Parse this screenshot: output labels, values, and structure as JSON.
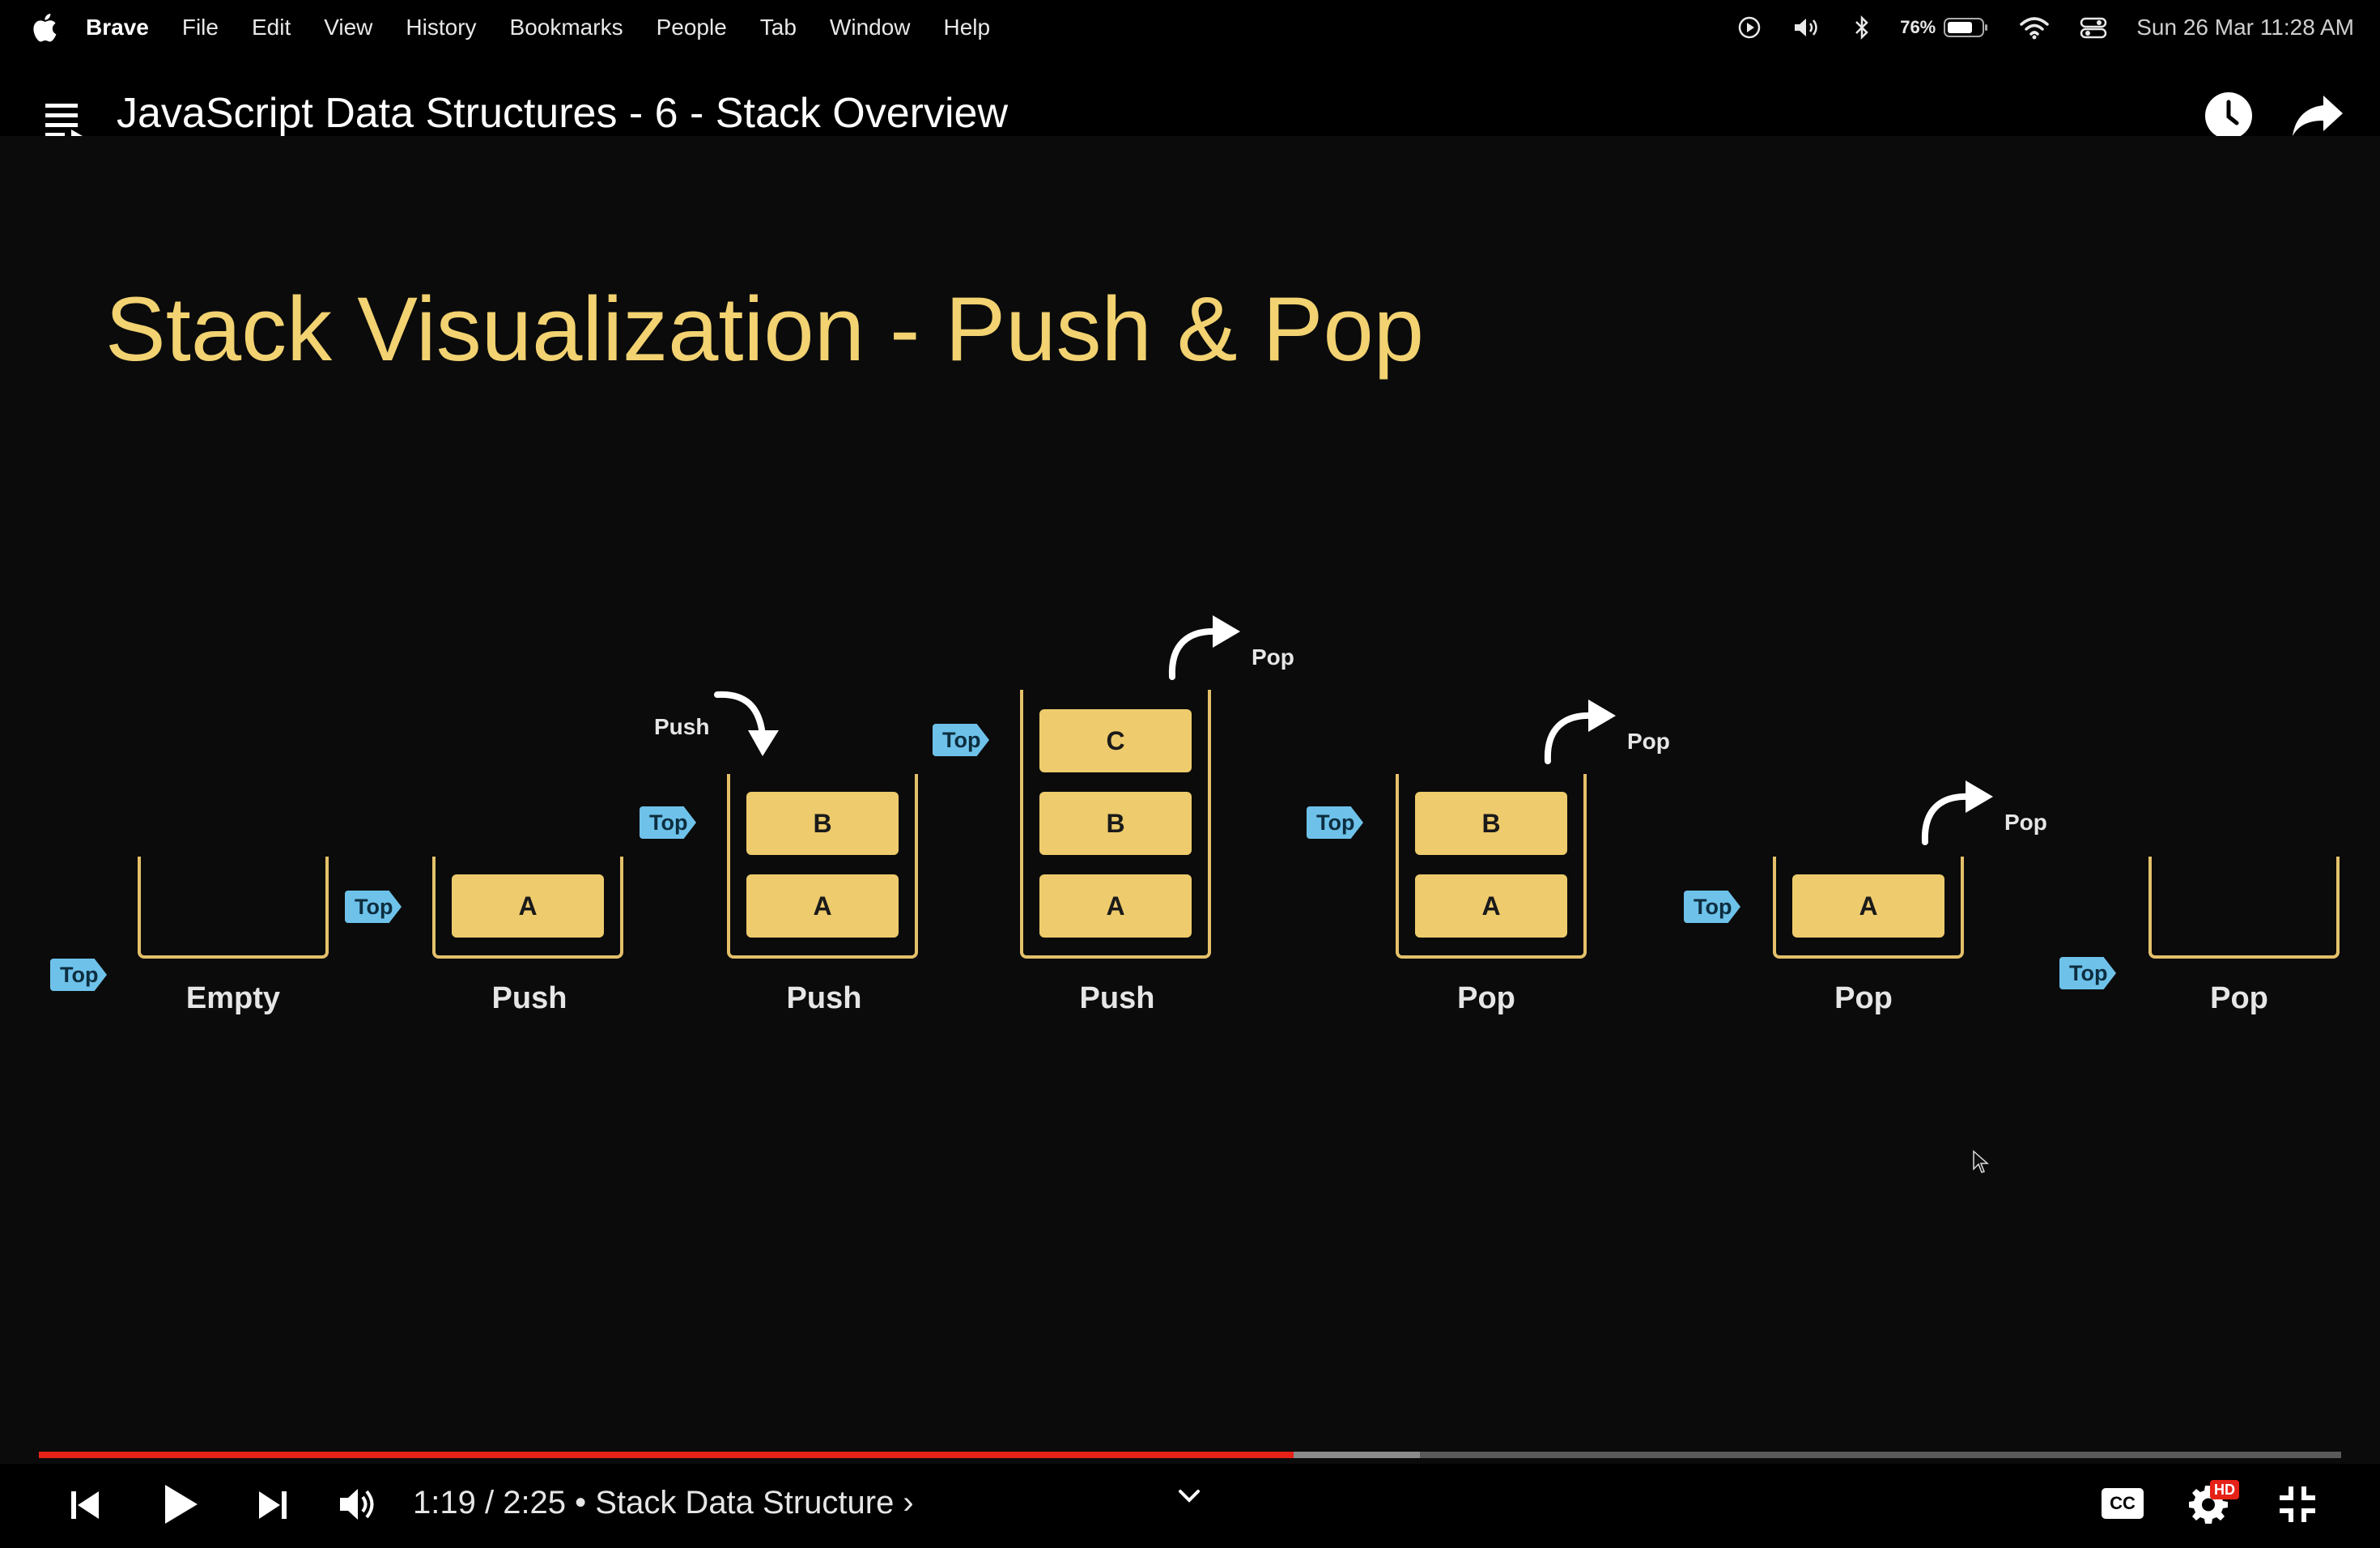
{
  "menubar": {
    "app_name": "Brave",
    "items": [
      "File",
      "Edit",
      "View",
      "History",
      "Bookmarks",
      "People",
      "Tab",
      "Window",
      "Help"
    ],
    "battery_percent": "76%",
    "clock": "Sun 26 Mar  11:28 AM"
  },
  "player": {
    "video_title": "JavaScript Data Structures - 6 - Stack Overview",
    "time_current": "1:19",
    "time_total": "2:25",
    "chapter": "Stack Data Structure",
    "time_display": "1:19 / 2:25 • Stack Data Structure ›",
    "progress_fraction": 0.545,
    "hd_badge": "HD",
    "cc_label": "CC",
    "colors": {
      "played": "#e62117",
      "buffered": "#8a8a8a",
      "unplayed": "#5a5a5a"
    }
  },
  "slide": {
    "title": "Stack Visualization - Push & Pop",
    "top_tag": "Top",
    "stages": [
      {
        "caption": "Empty",
        "blocks": []
      },
      {
        "caption": "Push",
        "blocks": [
          "A"
        ]
      },
      {
        "caption": "Push",
        "blocks": [
          "B",
          "A"
        ],
        "op": "Push"
      },
      {
        "caption": "Push",
        "blocks": [
          "C",
          "B",
          "A"
        ],
        "op": "Pop"
      },
      {
        "caption": "Pop",
        "blocks": [
          "B",
          "A"
        ],
        "op": "Pop"
      },
      {
        "caption": "Pop",
        "blocks": [
          "A"
        ],
        "op": "Pop"
      },
      {
        "caption": "Pop",
        "blocks": []
      }
    ],
    "colors": {
      "title": "#f2d271",
      "block": "#eecb6c",
      "tag": "#6ec2ea"
    }
  }
}
